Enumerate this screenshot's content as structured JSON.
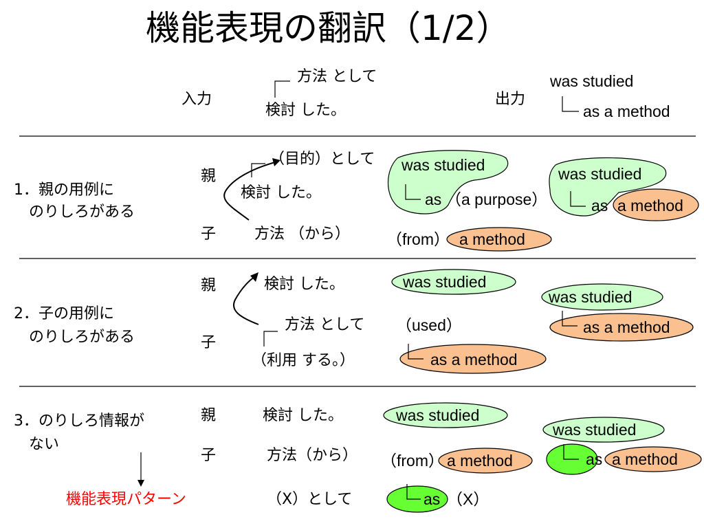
{
  "title": "機能表現の翻訳（1/2）",
  "colors": {
    "green": "#ccffcc",
    "orange": "#fac090",
    "bright_green": "#66ff33",
    "red": "#ff0000"
  },
  "header": {
    "input_label": "入力",
    "output_label": "出力",
    "input_top": "方法 として",
    "input_bottom": "検討 した。",
    "output_top": "was studied",
    "output_bottom": "as a method"
  },
  "row1": {
    "label_line1": "1．親の用例に",
    "label_line2": "　のりしろがある",
    "parent": "親",
    "child": "子",
    "jp_top": "（目的）として",
    "jp_mid": "検討 した。",
    "jp_bottom": "方法 （から）",
    "ex_was_studied": "was studied",
    "ex_as": "as",
    "ex_purpose": "（a purpose）",
    "ex_from": "（from）",
    "ex_method": "a method",
    "out_was_studied": "was studied",
    "out_as": "as",
    "out_method": "a method"
  },
  "row2": {
    "label_line1": "2．子の用例に",
    "label_line2": "　のりしろがある",
    "parent": "親",
    "child": "子",
    "jp_top": "検討 した。",
    "jp_mid": "方法 として",
    "jp_bottom": "（利用 する。）",
    "ex_was_studied": "was studied",
    "ex_used": "（used）",
    "ex_as_method": "as a method",
    "out_was_studied": "was studied",
    "out_as_method": "as a method"
  },
  "row3": {
    "label_line1": "3．のりしろ情報が",
    "label_line2": "　ない",
    "parent": "親",
    "child": "子",
    "jp_top": "検討 した。",
    "jp_mid": "方法（から）",
    "jp_bottom": "（X）として",
    "ex_was_studied": "was studied",
    "ex_from": "（from）",
    "ex_method": "a method",
    "ex_as": "as",
    "ex_x": "（X）",
    "out_was_studied": "was studied",
    "out_as": "as",
    "out_method": "a method",
    "pattern_label": "機能表現パターン"
  }
}
